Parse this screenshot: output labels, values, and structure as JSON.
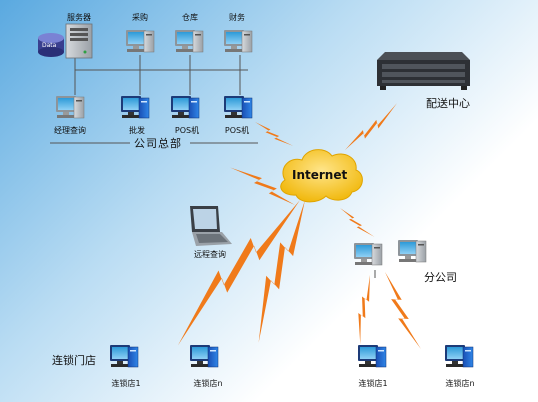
{
  "labels": {
    "server": "服务器",
    "purchase": "采购",
    "warehouse": "仓库",
    "finance": "财务",
    "manager_query": "经理查询",
    "wholesale": "批发",
    "pos1": "POS机",
    "pos2": "POS机",
    "hq": "公司总部",
    "data": "Data",
    "internet": "Internet",
    "distribution": "配送中心",
    "remote_query": "远程查询",
    "branch": "分公司",
    "chain_store": "连锁门店",
    "store_1a": "连锁店1",
    "store_na": "连锁店n",
    "store_1b": "连锁店1",
    "store_nb": "连锁店n"
  },
  "colors": {
    "bolt": "#f07a1a",
    "cloud": "#f6c21a",
    "lines": "#555555"
  }
}
